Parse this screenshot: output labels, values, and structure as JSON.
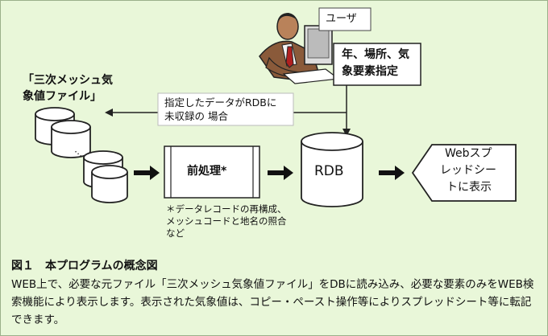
{
  "user_label": "ユーザ",
  "request_label": [
    "年、場所、気",
    "象要素指定"
  ],
  "source_label": [
    "「三次メッシュ気",
    "象値ファイル」"
  ],
  "fallback_note": [
    "指定したデータがRDBに",
    "未収録の 場合"
  ],
  "preprocess_label": "前処理*",
  "preprocess_note": [
    "＊データレコードの再構成、",
    "メッシュコードと地名の照合",
    "など"
  ],
  "rdb_label": "RDB",
  "web_label": [
    "Webスプ",
    "レッドシー",
    "トに表示"
  ],
  "caption_title": "図１　本プログラムの概念図",
  "caption_body": "WEB上で、必要な元ファイル「三次メッシュ気象値ファイル」をDBに読み込み、必要な要素のみをWEB検索機能により表示します。表示された気象値は、コピー・ペースト操作等によりスプレッドシート等に転記できます。"
}
